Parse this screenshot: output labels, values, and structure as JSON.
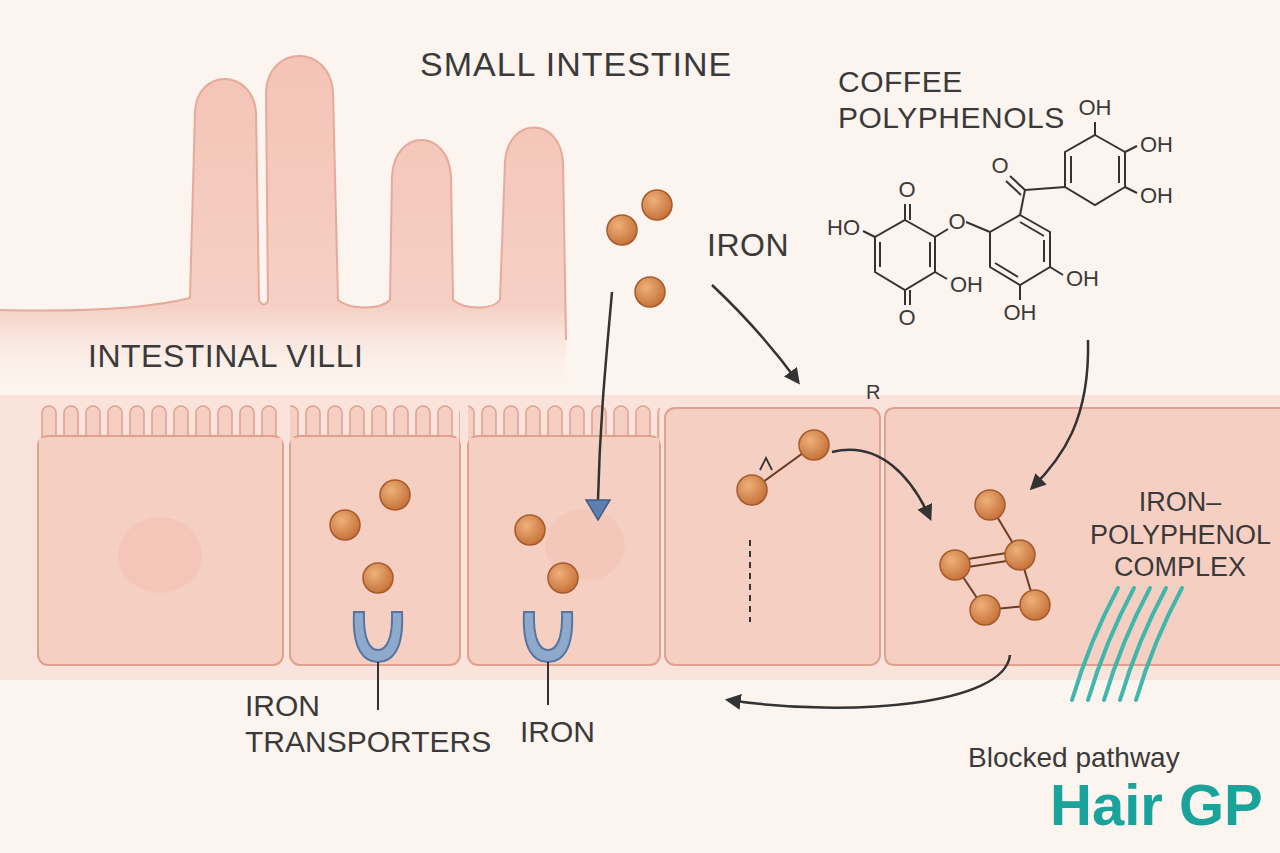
{
  "diagram": {
    "title": "SMALL INTESTINE",
    "labels": [
      "COFFEE POLYPHENOLS",
      "IRON",
      "INTESTINAL VILLI",
      "R",
      "IRON– POLYPHENOL COMPLEX",
      "IRON TRANSPORTERS",
      "IRON",
      "Blocked pathway",
      "Hair GP",
      "OH",
      "OH",
      "OH",
      "O",
      "O",
      "HO",
      "O",
      "OH",
      "OH",
      "O",
      "OH"
    ]
  }
}
